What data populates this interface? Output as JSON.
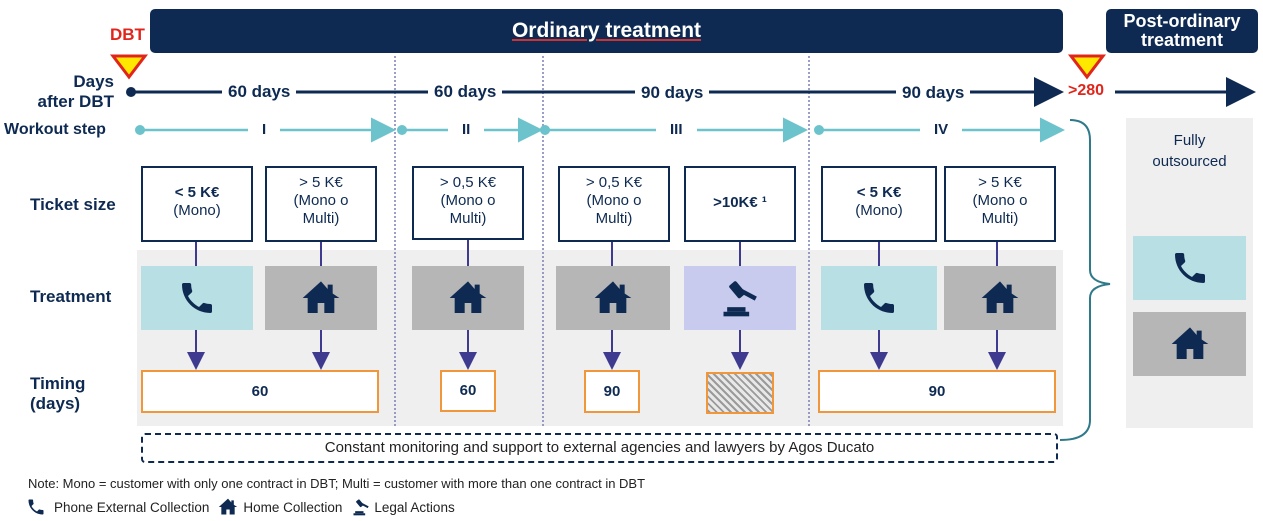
{
  "header": {
    "ordinary_treatment": "Ordinary treatment",
    "post_ordinary_treatment_line1": "Post-ordinary",
    "post_ordinary_treatment_line2": "treatment",
    "dbt": "DBT",
    "over_280": ">280"
  },
  "rows": {
    "days_after_dbt_line1": "Days",
    "days_after_dbt_line2": "after DBT",
    "workout_step": "Workout step",
    "ticket_size": "Ticket size",
    "treatment": "Treatment",
    "timing_line1": "Timing",
    "timing_line2": "(days)"
  },
  "periods": [
    "60 days",
    "60 days",
    "90 days",
    "90 days"
  ],
  "steps": [
    "I",
    "II",
    "III",
    "IV"
  ],
  "tickets": [
    {
      "line1": "< 5 K€",
      "line2": "(Mono)",
      "line3": ""
    },
    {
      "line1": "> 5 K€",
      "line2": "(Mono o",
      "line3": "Multi)"
    },
    {
      "line1": "> 0,5 K€",
      "line2": "(Mono o",
      "line3": "Multi)"
    },
    {
      "line1": "> 0,5 K€",
      "line2": "(Mono o",
      "line3": "Multi)"
    },
    {
      "line1": ">10K€ ¹",
      "line2": "",
      "line3": ""
    },
    {
      "line1": "< 5 K€",
      "line2": "(Mono)",
      "line3": ""
    },
    {
      "line1": "> 5 K€",
      "line2": "(Mono o",
      "line3": "Multi)"
    }
  ],
  "treatments": [
    {
      "icon": "phone-icon",
      "color": "#b7dfe4"
    },
    {
      "icon": "home-icon",
      "color": "#b6b6b6"
    },
    {
      "icon": "home-icon",
      "color": "#b6b6b6"
    },
    {
      "icon": "home-icon",
      "color": "#b6b6b6"
    },
    {
      "icon": "gavel-icon",
      "color": "#c9cbee"
    },
    {
      "icon": "phone-icon",
      "color": "#b7dfe4"
    },
    {
      "icon": "home-icon",
      "color": "#b6b6b6"
    }
  ],
  "timings": [
    "60",
    "60",
    "90",
    "90"
  ],
  "post": {
    "fully_line1": "Fully",
    "fully_line2": "outsourced"
  },
  "monitoring": "Constant monitoring and support to external agencies and lawyers by Agos Ducato",
  "note": "Note: Mono = customer with only one contract in DBT; Multi = customer with more than one contract in DBT",
  "legend": {
    "phone": "Phone External Collection",
    "home": "Home Collection",
    "legal": "Legal Actions"
  },
  "colors": {
    "navy": "#0e2a52",
    "teal_line": "#6cc3cc",
    "orange": "#f0963b",
    "red": "#e0261c",
    "yellow": "#ffe800",
    "arrow_purple": "#3d3a8f"
  }
}
